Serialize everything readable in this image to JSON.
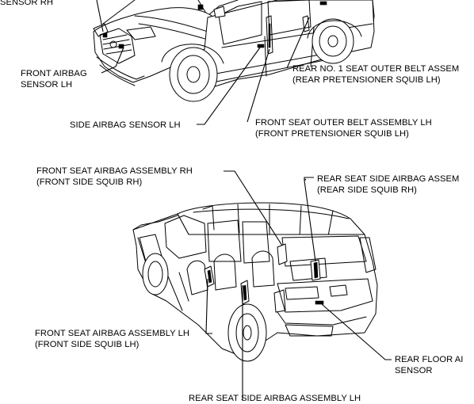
{
  "labels": {
    "sensor_rh": [
      "SENSOR RH"
    ],
    "front_airbag_sensor_lh": [
      "FRONT AIRBAG",
      "SENSOR LH"
    ],
    "side_airbag_sensor_lh": [
      "SIDE AIRBAG SENSOR LH"
    ],
    "rear_no1_seat_outer_belt": [
      "REAR NO. 1 SEAT OUTER BELT ASSEM",
      "(REAR PRETENSIONER SQUIB LH)"
    ],
    "front_seat_outer_belt_lh": [
      "FRONT SEAT OUTER BELT ASSEMBLY LH",
      "(FRONT PRETENSIONER SQUIB LH)"
    ],
    "front_seat_airbag_rh": [
      "FRONT SEAT AIRBAG ASSEMBLY RH",
      "(FRONT SIDE SQUIB RH)"
    ],
    "rear_seat_side_airbag_rh": [
      "REAR SEAT SIDE AIRBAG ASSEM",
      "(REAR SIDE SQUIB RH)"
    ],
    "front_seat_airbag_lh": [
      "FRONT SEAT AIRBAG ASSEMBLY LH",
      "(FRONT SIDE SQUIB LH)"
    ],
    "rear_floor_airbag_sensor": [
      "REAR FLOOR AI",
      "SENSOR"
    ],
    "rear_seat_side_airbag_lh_cut": [
      "REAR SEAT SIDE AIRBAG ASSEMBLY LH"
    ]
  }
}
